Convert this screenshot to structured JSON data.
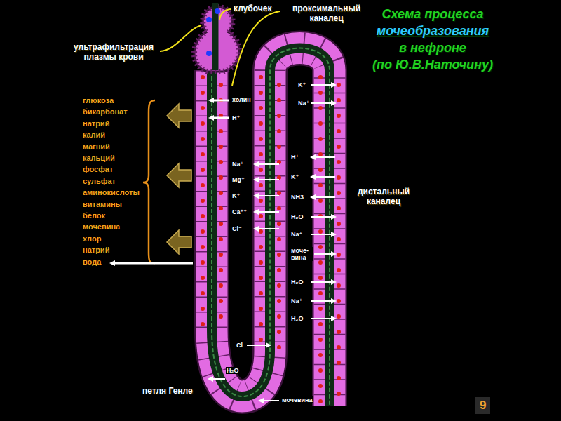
{
  "diagram": {
    "title": "Схема процесса",
    "labels": [
      "клубочек",
      "проксимальный каналец",
      "мочеобразования",
      "в нефроне",
      "(по Ю.В.Наточину)",
      "ультрафильтрация плазмы крови",
      "глюкоза",
      "бикарбонат",
      "натрий",
      "калий",
      "магний",
      "кальций",
      "фосфат",
      "сульфат",
      "аминокислоты",
      "витамины",
      "белок",
      "мочевина",
      "хлор",
      "натрий",
      "вода",
      "холин",
      "H⁺",
      "Na⁺",
      "Mg⁺",
      "K⁺",
      "Ca⁺⁺",
      "Cl⁻",
      "K⁺",
      "Na⁺",
      "H⁺",
      "K⁺",
      "NH3",
      "H₂O",
      "Na⁺",
      "моче- вина",
      "H₂O",
      "Na⁺",
      "H₂O",
      "дистальный каналец",
      "Cl",
      "H₂O",
      "петля Генле",
      "мочевина",
      "9"
    ]
  }
}
